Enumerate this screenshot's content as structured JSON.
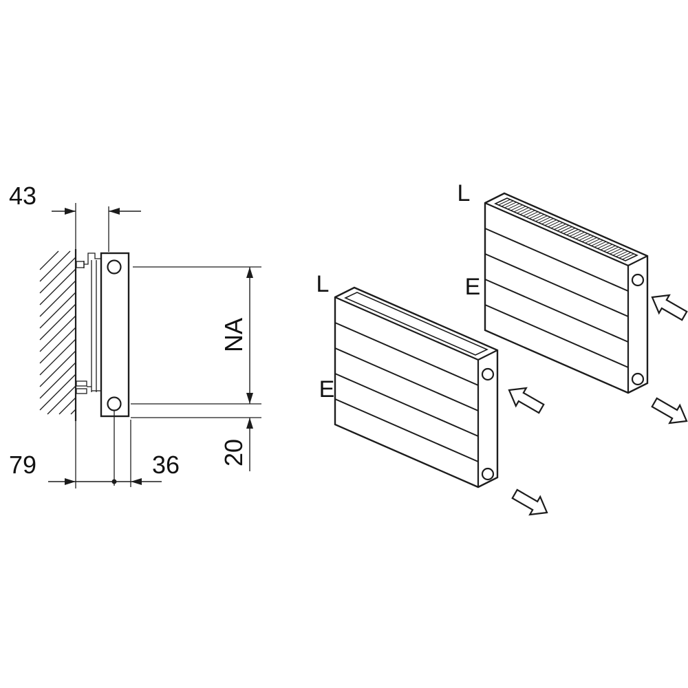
{
  "section": {
    "dim_wall_clearance": "43",
    "dim_wall_to_pipe_axis": "79",
    "dim_pipe_axis_to_front": "36",
    "dim_bottom_edge": "20",
    "dim_connection_height": "NA"
  },
  "isometric": {
    "front_unit": {
      "air_outlet_label": "L",
      "water_inlet_label": "E"
    },
    "back_unit": {
      "air_outlet_label": "L",
      "water_inlet_label": "E"
    }
  },
  "colors": {
    "line": "#1c1c1c",
    "background": "#ffffff"
  }
}
